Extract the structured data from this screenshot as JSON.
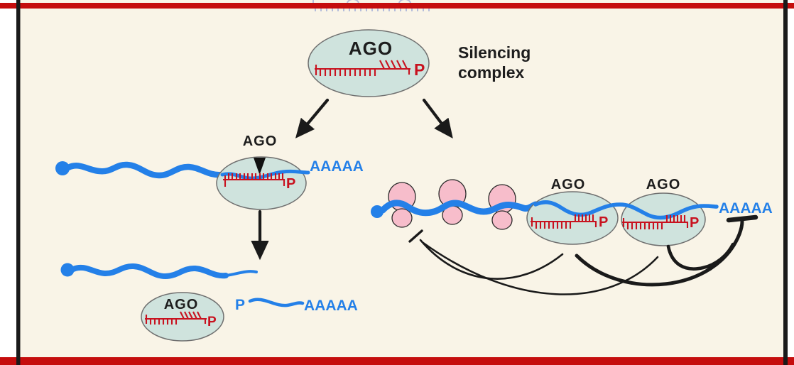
{
  "figure": {
    "silencing_complex": {
      "ago": "AGO",
      "p": "P",
      "caption_line1": "Silencing",
      "caption_line2": "complex"
    },
    "cleavage_branch": {
      "ago": "AGO",
      "p": "P",
      "polya": "AAAAA"
    },
    "cleavage_products": {
      "ago": "AGO",
      "ago_p": "P",
      "fragment_p": "P",
      "fragment_polya": "AAAAA"
    },
    "repression_branch": {
      "ago1": "AGO",
      "ago1_p": "P",
      "ago2": "AGO",
      "ago2_p": "P",
      "polya": "AAAAA"
    }
  },
  "colors": {
    "panel_background": "#f9f4e7",
    "highlight_border": "#c50d0d",
    "panel_border": "#1a1a1a",
    "ago_complex_fill": "#cfe3dd",
    "ago_complex_stroke": "#6f6f6f",
    "ribosome_fill": "#f7bdcb",
    "ribosome_stroke": "#2a2a2a",
    "mrna_blue": "#2480e8",
    "guide_rna_red": "#c8121f",
    "label_black": "#1d1d1d",
    "watermark": "#a8b2d8"
  }
}
